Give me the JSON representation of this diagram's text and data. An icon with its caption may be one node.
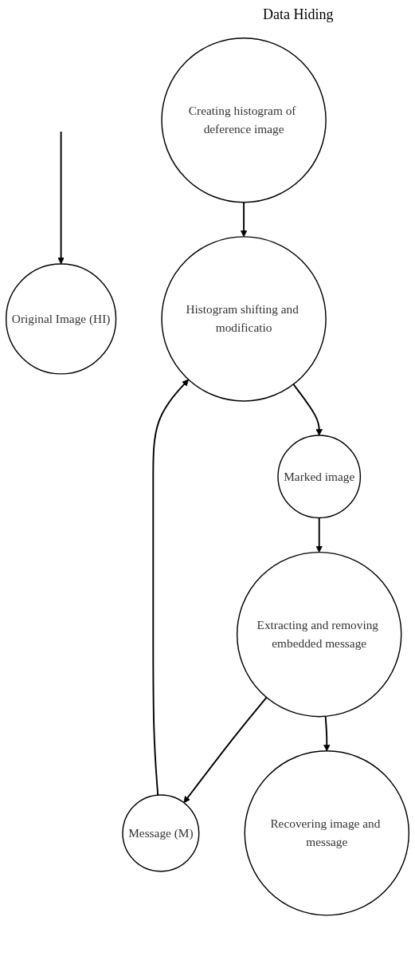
{
  "diagram": {
    "nodes": [
      {
        "text": [
          "Original Image (HI)"
        ]
      },
      {
        "text": [
          "Creating histogram of deference image"
        ]
      },
      {
        "text": [
          "Histogram shifting and modificatio"
        ]
      },
      {
        "text": [
          "Message (M)"
        ]
      },
      {
        "text": [
          "Marked image"
        ]
      },
      {
        "text": [
          "Extracting and removing embedded message"
        ]
      },
      {
        "text": [
          "Recovering image and message"
        ]
      }
    ],
    "edges": [
      {
        "from": null,
        "to": 0,
        "arrow": "to"
      },
      {
        "from": 1,
        "to": 2,
        "arrow": "to"
      },
      {
        "from": 3,
        "to": 2,
        "arrow": "to"
      },
      {
        "from": 2,
        "to": 4,
        "arrow": "to"
      },
      {
        "from": 4,
        "to": 5,
        "arrow": "to"
      },
      {
        "from": 5,
        "to": 3,
        "arrow": "to"
      },
      {
        "from": 5,
        "to": 6,
        "arrow": "to"
      }
    ],
    "labels": [
      "Data Hiding"
    ]
  }
}
